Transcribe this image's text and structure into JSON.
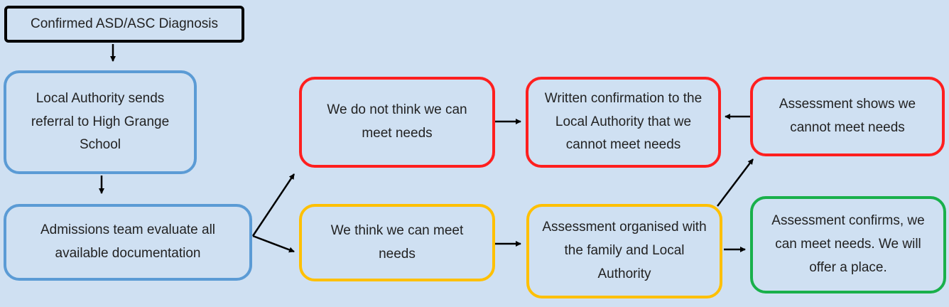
{
  "nodes": {
    "diagnosis": "Confirmed ASD/ASC Diagnosis",
    "referral": "Local Authority sends referral to High Grange School",
    "admissions": "Admissions team evaluate all available documentation",
    "cannot": "We do not think we can meet needs",
    "can": "We think we can meet needs",
    "written": "Written confirmation to the Local Authority that we cannot meet needs",
    "organised": "Assessment organised with the family and Local Authority",
    "shows_cannot": "Assessment shows we cannot meet needs",
    "confirms": "Assessment confirms, we can meet needs. We will offer a place."
  },
  "colors": {
    "background": "#cfe0f2",
    "start": "#000000",
    "process": "#5b9bd5",
    "negative": "#ff1f1f",
    "pending": "#ffc000",
    "positive": "#19b04b"
  }
}
